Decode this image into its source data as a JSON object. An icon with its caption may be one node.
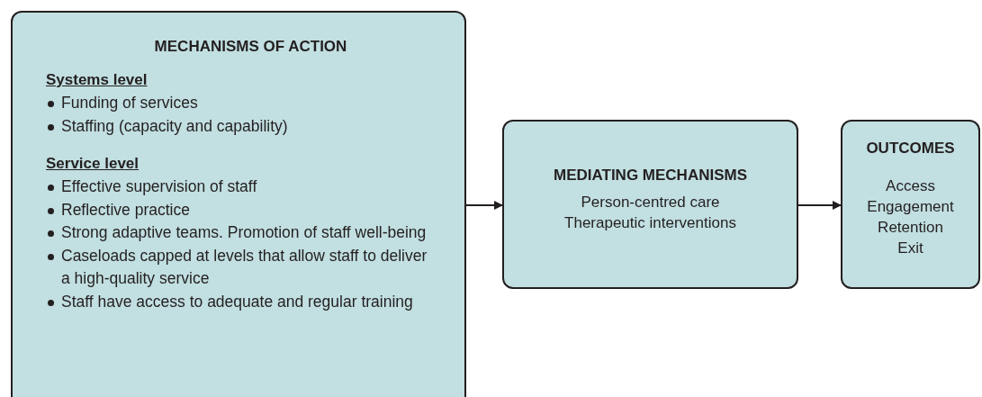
{
  "diagram": {
    "nodes": [
      {
        "text": [
          "MECHANISMS OF ACTION",
          "Systems level",
          "Funding of services",
          "Staffing (capacity and capability)",
          "Service level",
          "Effective supervision of staff",
          "Reflective practice",
          "Strong adaptive teams. Promotion of staff well-being",
          "Caseloads capped at levels that allow staff to deliver a high-quality service",
          "Staff have access to adequate and regular training"
        ]
      },
      {
        "text": [
          "MEDIATING MECHANISMS",
          "Person-centred care",
          "Therapeutic interventions"
        ]
      },
      {
        "text": [
          "OUTCOMES",
          "Access",
          "Engagement",
          "Retention",
          "Exit"
        ]
      }
    ],
    "edges": [
      {
        "from": 0,
        "to": 1,
        "arrow": "to"
      },
      {
        "from": 1,
        "to": 2,
        "arrow": "to"
      }
    ]
  }
}
